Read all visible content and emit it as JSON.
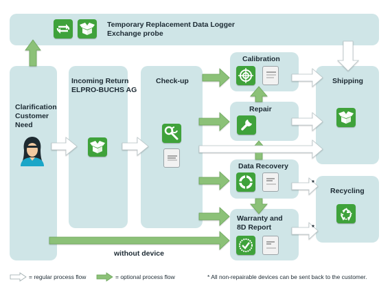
{
  "stages": {
    "temporary": {
      "line1": "Temporary Replacement Data Logger",
      "line2": "Exchange probe"
    },
    "clarification": {
      "line1": "Clarification",
      "line2": "Customer",
      "line3": "Need"
    },
    "incoming": {
      "line1": "Incoming Return",
      "line2": "ELPRO-BUCHS AG"
    },
    "checkup": {
      "label": "Check-up"
    },
    "calibration": {
      "label": "Calibration"
    },
    "repair": {
      "label": "Repair"
    },
    "data_recovery": {
      "label": "Data Recovery"
    },
    "warranty": {
      "line1": "Warranty and",
      "line2": "8D Report"
    },
    "shipping": {
      "label": "Shipping"
    },
    "recycling": {
      "label": "Recycling"
    }
  },
  "flow_labels": {
    "without_device": "without device"
  },
  "asterisk": "*",
  "legend": {
    "regular": "= regular process flow",
    "optional": "= optional process flow",
    "footnote": "* All non-repairable devices can be sent back to the customer."
  },
  "colors": {
    "panel": "#cfe5e7",
    "icon_green": "#3fa23b",
    "optional_arrow": "#8cc178",
    "regular_arrow": "#ffffff"
  },
  "icons": [
    "exchange-icon",
    "box-icon",
    "person-icon",
    "search-wrench-icon",
    "report-document-icon",
    "target-icon",
    "wrench-icon",
    "lifebuoy-icon",
    "checkmark-badge-icon",
    "recycle-icon"
  ]
}
